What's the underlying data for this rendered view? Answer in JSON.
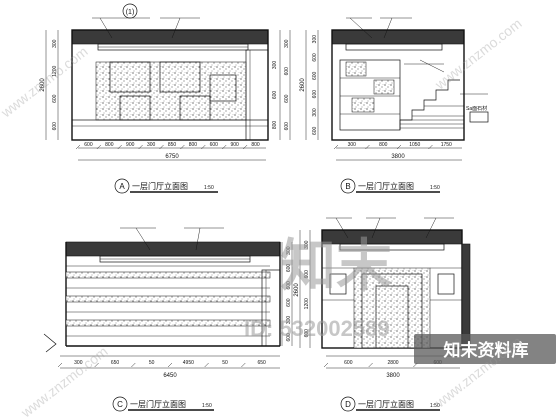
{
  "drawings": [
    {
      "letter": "A",
      "title": "一层门厅立面图",
      "scale": "1:50",
      "top_note": "(1)",
      "dims_bottom": [
        "600",
        "800",
        "900",
        "300",
        "850",
        "800",
        "600",
        "900",
        "800"
      ],
      "overall": "6750",
      "dims_left": [
        "300",
        "1200",
        "600",
        "600"
      ],
      "height": "2600",
      "dims_right": [
        "300",
        "600",
        "600",
        "600"
      ],
      "right_inner": [
        "300",
        "600",
        "800"
      ]
    },
    {
      "letter": "B",
      "title": "一层门厅立面图",
      "scale": "1:50",
      "dims_bottom": [
        "300",
        "800",
        "1050",
        "1750"
      ],
      "overall": "3800",
      "dims_left": [
        "300",
        "600",
        "600",
        "600",
        "300",
        "600"
      ],
      "height": "2600",
      "callout": "Sa面石材"
    },
    {
      "letter": "C",
      "title": "一层门厅立面图",
      "scale": "1:50",
      "dims_bottom": [
        "300",
        "650",
        "50",
        "4950",
        "50",
        "650"
      ],
      "overall": "6450",
      "dims_left": [
        "300",
        "600",
        "600",
        "600",
        "300",
        "600"
      ]
    },
    {
      "letter": "D",
      "title": "一层门厅立面图",
      "scale": "1:50",
      "dims_bottom": [
        "600",
        "2800",
        "600"
      ],
      "overall": "3800",
      "dims_left": [
        "300",
        "600",
        "1200",
        "600"
      ],
      "height": "2600"
    }
  ],
  "watermark": {
    "logo_cn": "知末",
    "id_text": "ID: 532002589",
    "brand_cn": "知末资料库",
    "url": "www.znzmo.com"
  }
}
